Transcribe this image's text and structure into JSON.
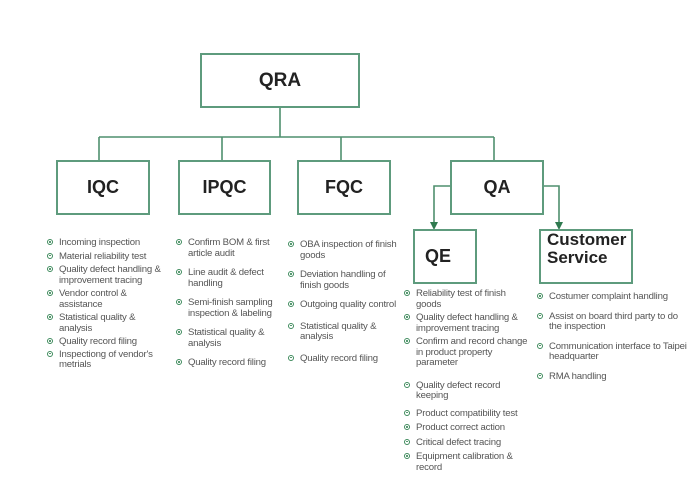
{
  "title": "QRA",
  "nodes": {
    "qra": "QRA",
    "iqc": "IQC",
    "ipqc": "IPQC",
    "fqc": "FQC",
    "qa": "QA",
    "qe": "QE",
    "cs_line1": "Customer",
    "cs_line2": "Service"
  },
  "colors": {
    "border": "#5e9b7d",
    "connector": "#4f8f6e",
    "bullet": "#3f8b5d"
  },
  "lists": {
    "iqc": [
      "Incoming  inspection",
      "Material reliability test",
      "Quality defect handling & improvement tracing",
      "Vendor control & assistance",
      "Statistical quality & analysis",
      "Quality record filing",
      "Inspectiong of vendor's metrials"
    ],
    "ipqc": [
      "Confirm BOM & first article audit",
      "Line audit & defect handling",
      "Semi-finish sampling inspection & labeling",
      "Statistical quality &  analysis",
      "Quality record filing"
    ],
    "fqc": [
      "OBA inspection of finish goods",
      "Deviation handling of finish goods",
      "Outgoing quality control",
      "Statistical quality & analysis",
      "Quality record filing"
    ],
    "qe": [
      "Reliability test of finish goods",
      "Quality defect handling & improvement tracing",
      "Confirm and record change  in product property parameter",
      "Quality defect record keeping",
      "Product compatibility test",
      "Product correct action",
      "Critical defect tracing",
      "Equipment calibration & record"
    ],
    "cs": [
      "Costumer complaint handling",
      "Assist on board third party to do the inspection",
      "Communication interface to Taipei headquarter",
      "RMA handling"
    ]
  }
}
